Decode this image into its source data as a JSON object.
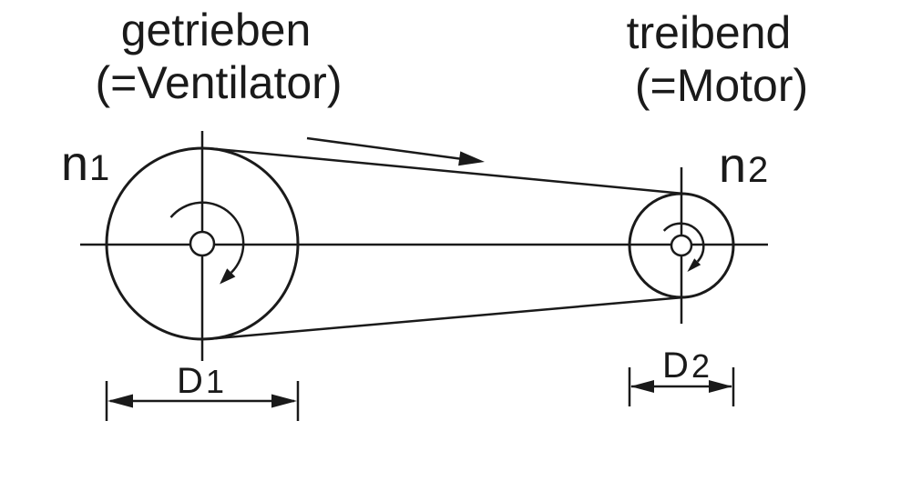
{
  "diagram": {
    "driven_pulley": {
      "title_line1": "getrieben",
      "title_line2": "(=Ventilator)",
      "speed_symbol": "n",
      "speed_subscript": "1",
      "diameter_symbol": "D",
      "diameter_subscript": "1"
    },
    "driving_pulley": {
      "title_line1": "treibend",
      "title_line2": "(=Motor)",
      "speed_symbol": "n",
      "speed_subscript": "2",
      "diameter_symbol": "D",
      "diameter_subscript": "2"
    },
    "colors": {
      "line": "#1a1a1a",
      "background": "#ffffff"
    }
  }
}
